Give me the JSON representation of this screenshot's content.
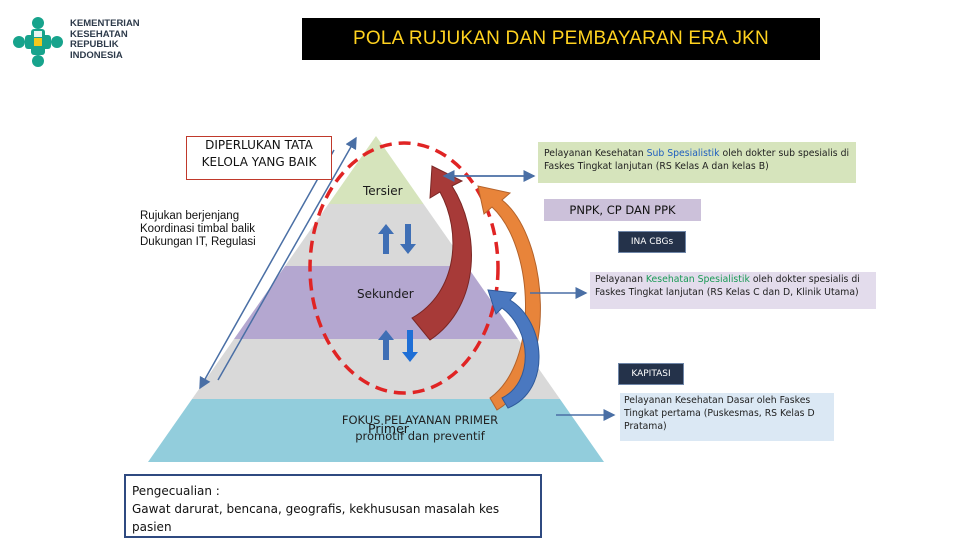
{
  "title": "POLA RUJUKAN DAN PEMBAYARAN ERA JKN",
  "logo": {
    "lines": [
      "KEMENTERIAN",
      "KESEHATAN",
      "REPUBLIK",
      "INDONESIA"
    ]
  },
  "callouts": {
    "tata_kelola": [
      "DIPERLUKAN TATA",
      "KELOLA YANG BAIK"
    ],
    "rujukan": [
      "Rujukan berjenjang",
      "Koordinasi timbal balik",
      "Dukungan IT, Regulasi"
    ]
  },
  "pyramid": {
    "tersier": "Tersier",
    "sekunder": "Sekunder",
    "primer": "Primer",
    "fokus_line1": "FOKUS PELAYANAN PRIMER",
    "fokus_line2": "promotif dan preventif",
    "colors": {
      "tersier": "#d6e4bc",
      "band1": "#d9d9d9",
      "sekunder": "#b4a7d0",
      "band2": "#d9d9d9",
      "primer": "#92cddc"
    }
  },
  "right_panel": {
    "tersier_info": {
      "pre": "Pelayanan Kesehatan ",
      "highlight": "Sub Spesialistik",
      "post": " oleh dokter sub spesialis di Faskes Tingkat lanjutan (RS Kelas A dan kelas B)"
    },
    "pnpk": "PNPK, CP DAN PPK",
    "ina_cbgs": "INA CBGs",
    "sekunder_info": {
      "pre": "Pelayanan ",
      "highlight": "Kesehatan Spesialistik",
      "post": " oleh dokter spesialis di Faskes Tingkat lanjutan (RS Kelas C dan D, Klinik Utama)"
    },
    "kapitasi": "KAPITASI",
    "primer_info": "Pelayanan Kesehatan Dasar oleh Faskes Tingkat pertama (Puskesmas, RS Kelas D Pratama)"
  },
  "pengecualian": {
    "line1": "Pengecualian :",
    "line2": "Gawat darurat, bencana, geografis, kekhususan masalah kes",
    "line3": "pasien"
  }
}
